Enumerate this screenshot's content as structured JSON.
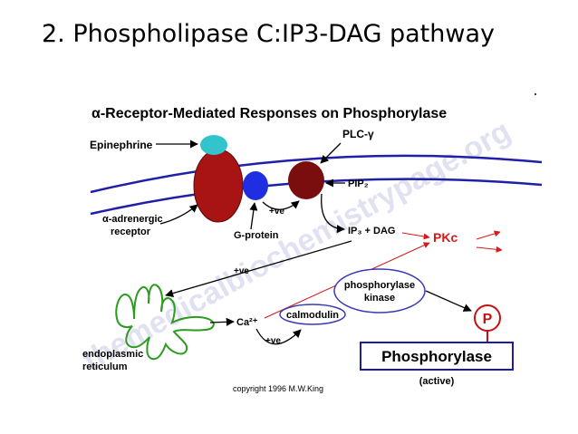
{
  "slide": {
    "title": "2. Phospholipase C:IP3-DAG pathway"
  },
  "diagram": {
    "heading": "α-Receptor-Mediated Responses on Phosphorylase",
    "watermark": "themedicalbiochemistrypage.org",
    "labels": {
      "epinephrine": "Epinephrine",
      "plc": "PLC-γ",
      "pip2": "PIP₂",
      "receptor_line1": "α-adrenergic",
      "receptor_line2": "receptor",
      "g_protein": "G-protein",
      "ve_membrane": "+ve",
      "ip3_dag": "IP₃ + DAG",
      "pkc": "PKc",
      "ve_left": "+ve",
      "phosphorylase_kinase_line1": "phosphorylase",
      "phosphorylase_kinase_line2": "kinase",
      "calmodulin": "calmodulin",
      "ca": "Ca²⁺",
      "ve_ca": "+ve",
      "p": "P",
      "er_line1": "endoplasmic",
      "er_line2": "reticulum",
      "phosphorylase": "Phosphorylase",
      "active": "(active)",
      "copyright": "copyright 1996 M.W.King"
    },
    "colors": {
      "membrane": "#1f1fa8",
      "epinephrine": "#33c3cc",
      "receptor": "#a81414",
      "g_protein": "#1e2ee0",
      "plc": "#7a0d0d",
      "er": "#2d9b1f",
      "annotation_red": "#d41a1a",
      "kinase_border": "#3a3ab4",
      "p_circle": "#c41212",
      "box_border": "#1c1ca0"
    }
  }
}
